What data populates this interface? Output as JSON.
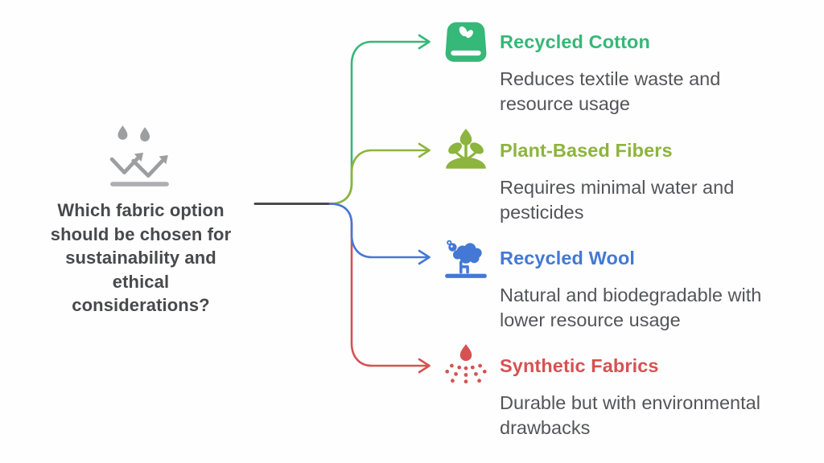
{
  "question": {
    "text": "Which fabric option should be chosen for sustainability and ethical considerations?",
    "lines": [
      "Which fabric option",
      "should be chosen for",
      "sustainability and",
      "ethical",
      "considerations?"
    ],
    "icon": "water-repellent-fabric-icon"
  },
  "colors": {
    "question_text": "#48494b",
    "description_text": "#54555a",
    "question_icon_gray": "#9d9ea0",
    "trunk_line": "#4a4b4d"
  },
  "branches": [
    {
      "label": "Recycled Cotton",
      "color": "#35b878",
      "icon": "recycled-cotton-fabric-icon",
      "description": "Reduces textile waste and resource usage",
      "desc_lines": [
        "Reduces textile waste and",
        "resource usage"
      ]
    },
    {
      "label": "Plant-Based Fibers",
      "color": "#8cb43e",
      "icon": "plant-sprout-icon",
      "description": "Requires minimal water and pesticides",
      "desc_lines": [
        "Requires minimal water and",
        "pesticides"
      ]
    },
    {
      "label": "Recycled Wool",
      "color": "#4478d6",
      "icon": "sheep-icon",
      "description": "Natural and biodegradable with lower resource usage",
      "desc_lines": [
        "Natural and biodegradable with",
        "lower resource usage"
      ]
    },
    {
      "label": "Synthetic Fabrics",
      "color": "#d65252",
      "icon": "spray-droplets-icon",
      "description": "Durable but with environmental drawbacks",
      "desc_lines": [
        "Durable but with environmental",
        "drawbacks"
      ]
    }
  ]
}
